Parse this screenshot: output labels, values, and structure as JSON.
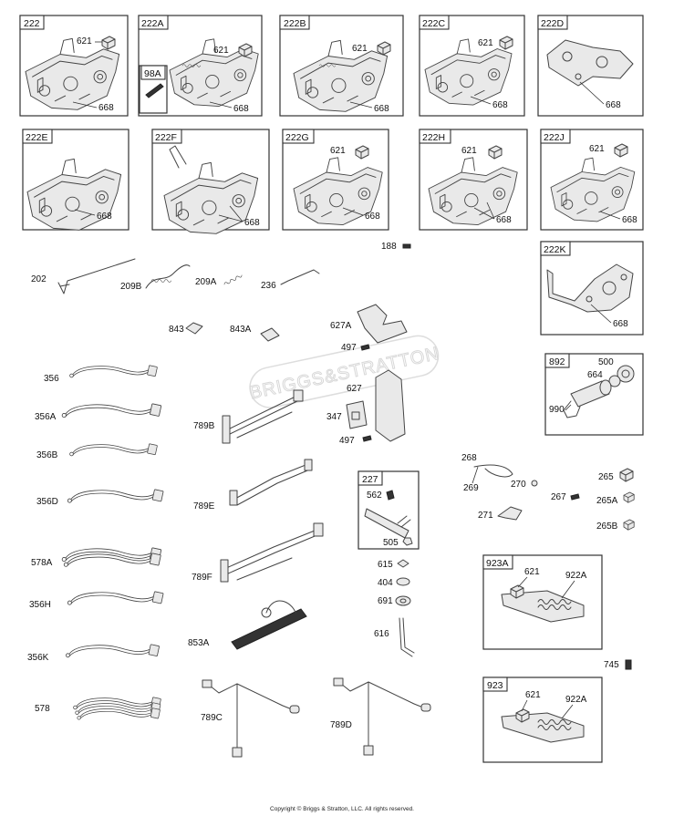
{
  "copyright": "Copyright © Briggs & Stratton, LLC. All rights reserved.",
  "watermark": "BRIGGS&STRATTON",
  "boxes": {
    "b222": {
      "title": "222",
      "labels": [
        "621",
        "668"
      ]
    },
    "b222A": {
      "title": "222A",
      "labels": [
        "621",
        "668"
      ],
      "sub": {
        "title": "98A"
      }
    },
    "b222B": {
      "title": "222B",
      "labels": [
        "621",
        "668"
      ]
    },
    "b222C": {
      "title": "222C",
      "labels": [
        "621",
        "668"
      ]
    },
    "b222D": {
      "title": "222D",
      "labels": [
        "668"
      ]
    },
    "b222E": {
      "title": "222E",
      "labels": [
        "668"
      ]
    },
    "b222F": {
      "title": "222F",
      "labels": [
        "668"
      ]
    },
    "b222G": {
      "title": "222G",
      "labels": [
        "621",
        "668"
      ]
    },
    "b222H": {
      "title": "222H",
      "labels": [
        "621",
        "668"
      ]
    },
    "b222J": {
      "title": "222J",
      "labels": [
        "621",
        "668"
      ]
    },
    "b222K": {
      "title": "222K",
      "labels": [
        "668"
      ]
    },
    "b892": {
      "title": "892",
      "labels": [
        "500",
        "664",
        "990"
      ]
    },
    "b227": {
      "title": "227",
      "labels": [
        "562",
        "505"
      ]
    },
    "b923A": {
      "title": "923A",
      "labels": [
        "621",
        "922A"
      ]
    },
    "b923": {
      "title": "923",
      "labels": [
        "621",
        "922A"
      ]
    }
  },
  "loose": {
    "p188": "188",
    "p202": "202",
    "p209B": "209B",
    "p209A": "209A",
    "p236": "236",
    "p843": "843",
    "p843A": "843A",
    "p627A": "627A",
    "p497a": "497",
    "p356": "356",
    "p356A": "356A",
    "p356B": "356B",
    "p356D": "356D",
    "p578A": "578A",
    "p356H": "356H",
    "p356K": "356K",
    "p578": "578",
    "p789B": "789B",
    "p789E": "789E",
    "p789F": "789F",
    "p853A": "853A",
    "p789C": "789C",
    "p789D": "789D",
    "p627": "627",
    "p347": "347",
    "p497b": "497",
    "p615": "615",
    "p404": "404",
    "p691": "691",
    "p616": "616",
    "p268": "268",
    "p269": "269",
    "p270": "270",
    "p271": "271",
    "p267": "267",
    "p265": "265",
    "p265A": "265A",
    "p265B": "265B",
    "p745": "745"
  }
}
